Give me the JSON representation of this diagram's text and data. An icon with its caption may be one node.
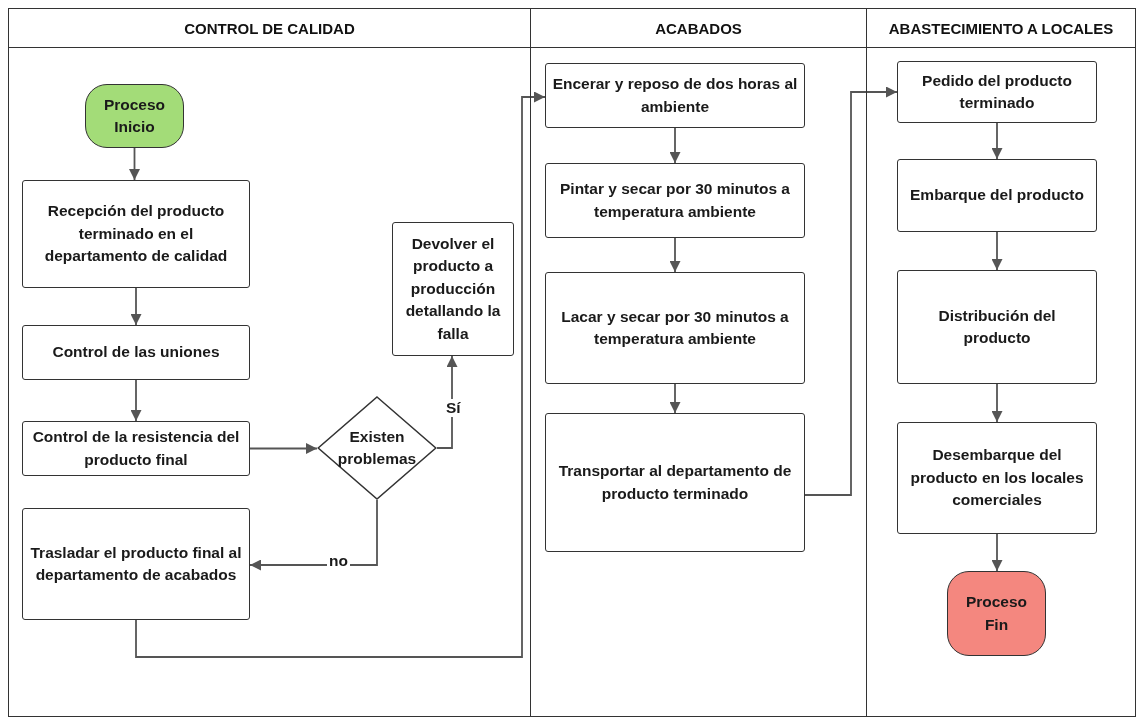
{
  "diagram": {
    "nodes": [
      {
        "text": [
          "CONTROL DE CALIDAD"
        ]
      },
      {
        "text": [
          "Proceso Inicio"
        ],
        "in": 0
      },
      {
        "text": [
          "Recepción del producto terminado en el departamento de calidad"
        ],
        "in": 0
      },
      {
        "text": [
          "Control de las uniones"
        ],
        "in": 0
      },
      {
        "text": [
          "Control de la resistencia del producto final"
        ],
        "in": 0
      },
      {
        "text": [
          "Existen problemas"
        ],
        "in": 0
      },
      {
        "text": [
          "Devolver el producto a producción detallando la falla"
        ],
        "in": 0
      },
      {
        "text": [
          "Trasladar el producto final al departamento de acabados"
        ],
        "in": 0
      },
      {
        "text": [
          "ACABADOS"
        ]
      },
      {
        "text": [
          "Encerar y reposo de dos horas al ambiente"
        ],
        "in": 8
      },
      {
        "text": [
          "Pintar y secar por 30 minutos a temperatura ambiente"
        ],
        "in": 8
      },
      {
        "text": [
          "Lacar y secar por 30 minutos a temperatura ambiente"
        ],
        "in": 8
      },
      {
        "text": [
          "Transportar al departamento de producto terminado"
        ],
        "in": 8
      },
      {
        "text": [
          "ABASTECIMIENTO A LOCALES"
        ]
      },
      {
        "text": [
          "Pedido del producto terminado"
        ],
        "in": 13
      },
      {
        "text": [
          "Embarque del producto"
        ],
        "in": 13
      },
      {
        "text": [
          "Distribución del producto"
        ],
        "in": 13
      },
      {
        "text": [
          "Desembarque del producto en los locales comerciales"
        ],
        "in": 13
      },
      {
        "text": [
          "Proceso Fin"
        ],
        "in": 13
      }
    ],
    "edges": [
      {
        "from": 1,
        "to": 2,
        "arrow": "to"
      },
      {
        "from": 2,
        "to": 3,
        "arrow": "to"
      },
      {
        "from": 3,
        "to": 4,
        "arrow": "to"
      },
      {
        "from": 4,
        "to": 5,
        "arrow": "to"
      },
      {
        "from": 5,
        "to": 6,
        "arrow": "to",
        "label": "Sí"
      },
      {
        "from": 5,
        "to": 7,
        "arrow": "to",
        "label": "no"
      },
      {
        "from": 7,
        "to": 9,
        "arrow": "to"
      },
      {
        "from": 9,
        "to": 10,
        "arrow": "to"
      },
      {
        "from": 10,
        "to": 11,
        "arrow": "to"
      },
      {
        "from": 11,
        "to": 12,
        "arrow": "to"
      },
      {
        "from": 12,
        "to": 14,
        "arrow": "to"
      },
      {
        "from": 14,
        "to": 15,
        "arrow": "to"
      },
      {
        "from": 15,
        "to": 16,
        "arrow": "to"
      },
      {
        "from": 16,
        "to": 17,
        "arrow": "to"
      },
      {
        "from": 17,
        "to": 18,
        "arrow": "to"
      }
    ]
  }
}
